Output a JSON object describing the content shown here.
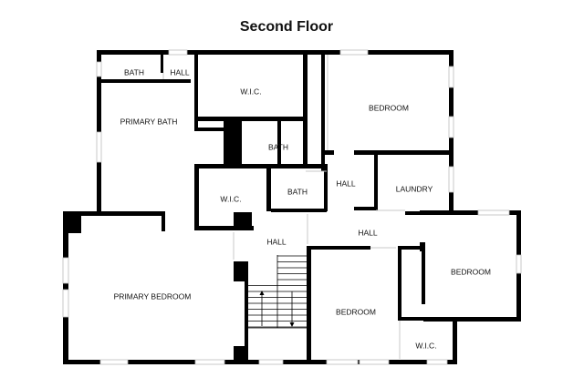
{
  "title": "Second Floor",
  "colors": {
    "wall": "#000000",
    "window": "#ffffff",
    "window_frame": "#bdbdbd",
    "background": "#ffffff"
  },
  "rooms": [
    {
      "key": "bath_small",
      "label": "BATH"
    },
    {
      "key": "hall_top",
      "label": "HALL"
    },
    {
      "key": "primary_bath",
      "label": "PRIMARY BATH"
    },
    {
      "key": "wic_top",
      "label": "W.I.C."
    },
    {
      "key": "bedroom_top_right",
      "label": "BEDROOM"
    },
    {
      "key": "bath_mid",
      "label": "BATH"
    },
    {
      "key": "wic_mid",
      "label": "W.I.C."
    },
    {
      "key": "bath_lower",
      "label": "BATH"
    },
    {
      "key": "hall_mid",
      "label": "HALL"
    },
    {
      "key": "laundry",
      "label": "LAUNDRY"
    },
    {
      "key": "hall_right",
      "label": "HALL"
    },
    {
      "key": "hall_center",
      "label": "HALL"
    },
    {
      "key": "bedroom_right",
      "label": "BEDROOM"
    },
    {
      "key": "primary_bedroom",
      "label": "PRIMARY BEDROOM"
    },
    {
      "key": "bedroom_bottom",
      "label": "BEDROOM"
    },
    {
      "key": "wic_bottom",
      "label": "W.I.C."
    }
  ]
}
